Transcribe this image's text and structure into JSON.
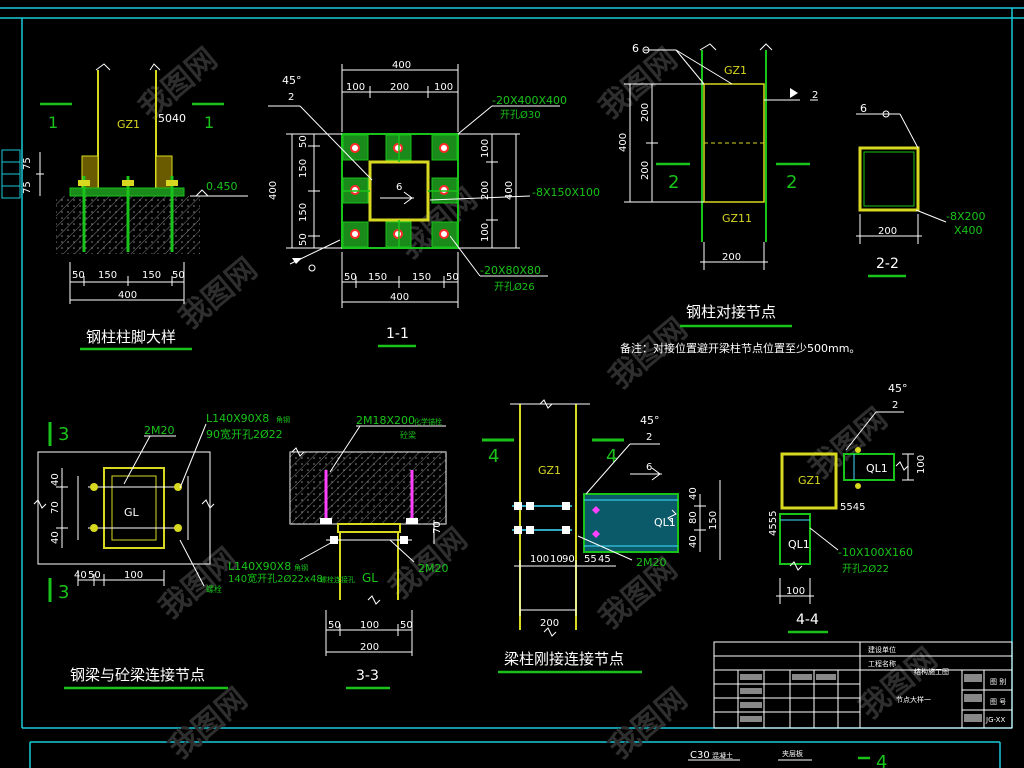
{
  "colors": {
    "background": "#000000",
    "frame": "#19c9d9",
    "steel": "#d8d820",
    "member_green": "#19c319",
    "plate_fill": "#1a8a1a",
    "dimension": "#ffffff",
    "hatch": "#9a9a9a",
    "bolt_red": "#ff2a2a",
    "bolt_magenta": "#ff40ff",
    "leader_cyan": "#40e0ff",
    "watermark": "#3a3a3a"
  },
  "base_detail": {
    "title": "钢柱柱脚大样",
    "section_marks": [
      "1",
      "1"
    ],
    "column_label": "GZ1",
    "dim_top_right": "5040",
    "left_dims": [
      "75",
      "75"
    ],
    "elevation": "0.450",
    "bottom_dims": [
      "50",
      "150",
      "150",
      "50"
    ],
    "total": "400"
  },
  "section_1_1": {
    "title": "1-1",
    "top_total": "400",
    "top_dims": [
      "100",
      "200",
      "100"
    ],
    "left_total": "400",
    "left_dims": [
      "50",
      "150",
      "150",
      "50"
    ],
    "right_dims": [
      "100",
      "200",
      "100"
    ],
    "right_total": "400",
    "bottom_dims": [
      "50",
      "150",
      "150",
      "50"
    ],
    "bottom_total": "400",
    "weld_angle": "45°",
    "weld_size": "2",
    "weld_6": "6",
    "note_plate1": "-20X400X400",
    "note_hole1": "开孔Ø30",
    "note_stiff": "-8X150X100",
    "note_plate2": "-20X80X80",
    "note_hole2": "开孔Ø26"
  },
  "splice_detail": {
    "title": "钢柱对接节点",
    "note": "备注：对接位置避开梁柱节点位置至少500mm。",
    "weld_6": "6",
    "weld_2": "2",
    "upper_label": "GZ1",
    "lower_label": "GZ11",
    "section_marks": [
      "2",
      "2"
    ],
    "left_total": "400",
    "left_dims": [
      "200",
      "200"
    ],
    "bottom": "200"
  },
  "section_2_2": {
    "title": "2-2",
    "weld_6": "6",
    "plate": "-8X200",
    "plate2": "X400",
    "bottom": "200"
  },
  "beam_connection": {
    "title": "钢梁与砼梁连接节点",
    "section_marks": [
      "3",
      "3"
    ],
    "bolts": "2M20",
    "angle": "L140X90X8",
    "angle_suffix": "角钢",
    "angle_holes": "90宽开孔2Ø22",
    "beam_label": "GL",
    "left_dims": [
      "40",
      "70",
      "40"
    ],
    "bottom_dims": [
      "40",
      "50",
      "100"
    ],
    "side_note": "螺栓"
  },
  "section_3_3": {
    "title": "3-3",
    "top_note": "2M18X200",
    "top_note_suffix": "化学锚栓",
    "top_note2": "砼梁",
    "angle": "L140X90X8",
    "angle_suffix": "角钢",
    "angle_holes": "140宽开孔2Ø22x48",
    "angle_holes_suffix": "螺栓连接孔",
    "bolt2": "2M20",
    "beam_label": "GL",
    "right_dim": "70",
    "bottom_dims": [
      "50",
      "100",
      "50"
    ],
    "bottom_total": "200"
  },
  "rigid_connection": {
    "title": "梁柱刚接连接节点",
    "section_marks": [
      "4",
      "4"
    ],
    "weld_angle": "45°",
    "weld_2": "2",
    "weld_6": "6",
    "column_label": "GZ1",
    "beam_label": "QL1",
    "bolts": "2M20",
    "right_dims": [
      "40",
      "80",
      "40"
    ],
    "right_total": "150",
    "bottom_dims": [
      "100",
      "10",
      "90",
      "55",
      "45"
    ],
    "bottom_total": "200"
  },
  "section_4_4": {
    "title": "4-4",
    "weld_angle": "45°",
    "weld_2": "2",
    "column_label": "GZ1",
    "beam_top": "QL1",
    "beam_bottom": "QL1",
    "right_dim": "100",
    "mid_dims": "5545",
    "left_dims": "4555",
    "plate": "-10X100X160",
    "holes": "开孔2Ø22",
    "bottom": "100"
  },
  "title_block": {
    "project": "建设单位",
    "sub": "工程名称",
    "drawing_name": "节点大样一",
    "sheet_title": "结构施工图",
    "right1": "图 别",
    "right2": "图 号",
    "right3": "JG-XX"
  },
  "lower_sheet": {
    "concrete": "C30",
    "concrete_suffix": "混凝土",
    "marker": "4",
    "label": "夹层板"
  },
  "watermark": "我图网"
}
